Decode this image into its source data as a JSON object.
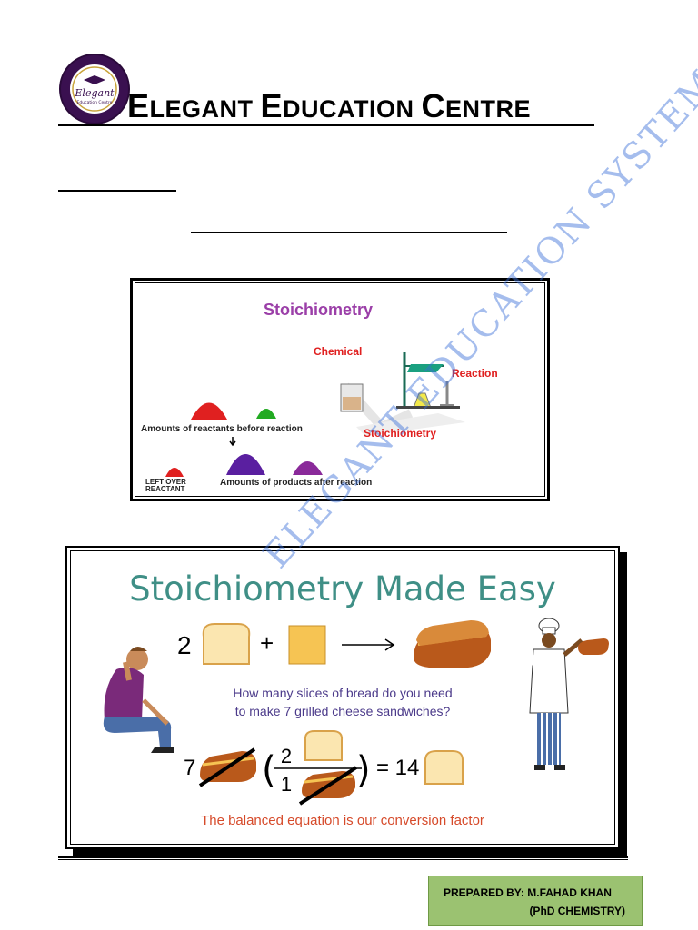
{
  "header": {
    "title_words": [
      {
        "initial": "E",
        "rest": "LEGANT "
      },
      {
        "initial": "E",
        "rest": "DUCATION "
      },
      {
        "initial": "C",
        "rest": "ENTRE"
      }
    ],
    "logo_text": "Elegant",
    "logo_subtext": "Education Centre"
  },
  "watermark": {
    "text": "ELEGANT EDUCATION SYSTEM",
    "color": "#3a6fd8"
  },
  "figure1": {
    "title": "Stoichiometry",
    "label_chemical": "Chemical",
    "label_reaction": "Reaction",
    "label_stoichiometry": "Stoichiometry",
    "label_reactants": "Amounts of reactants before reaction",
    "label_products": "Amounts of products after reaction",
    "label_leftover_1": "LEFT OVER",
    "label_leftover_2": "REACTANT",
    "colors": {
      "title": "#9b3fa8",
      "red_label": "#e02020",
      "pile_red": "#e02020",
      "pile_green": "#22aa22",
      "pile_purple": "#5a1fa0",
      "pile_violet": "#8a2a9a"
    }
  },
  "figure2": {
    "title": "Stoichiometry Made Easy",
    "coef_bread": "2",
    "plus": "+",
    "question_1": "How many slices of bread do you need",
    "question_2": "to make 7 grilled cheese sandwiches?",
    "multiplier": "7",
    "fraction_top": "2",
    "fraction_bottom": "1",
    "result": "= 14",
    "conclusion": "The balanced equation is our conversion factor",
    "colors": {
      "title": "#3f8f86",
      "question": "#4b3a8a",
      "conclusion": "#d64a2a",
      "bread": "#fbe6b0",
      "crust": "#d9a24a",
      "cheese": "#f6c453"
    }
  },
  "footer": {
    "prepared_line_1": "PREPARED BY:   M.FAHAD KHAN",
    "prepared_line_2": "(PhD CHEMISTRY)",
    "box_color": "#9bc271"
  }
}
